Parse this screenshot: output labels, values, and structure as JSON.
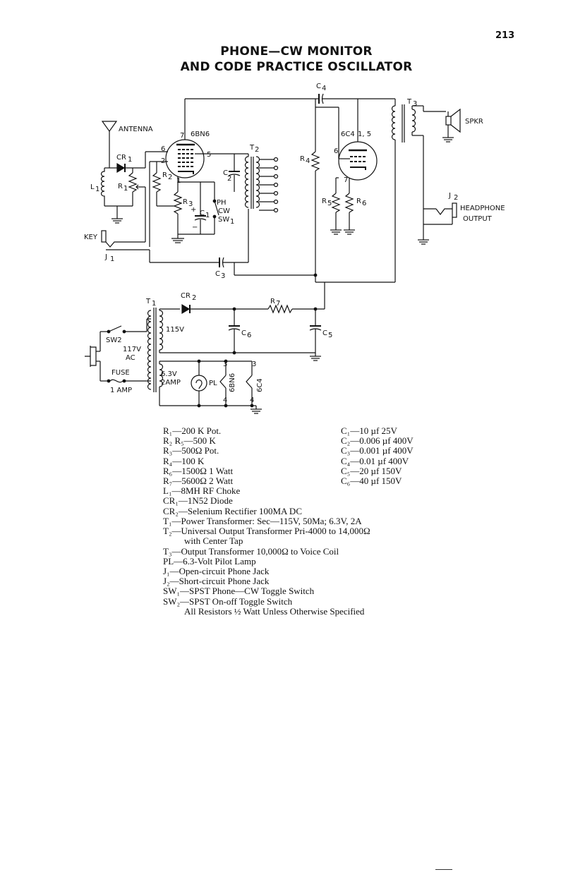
{
  "page_number": "213",
  "title_line1": "PHONE—CW MONITOR",
  "title_line2": "AND CODE PRACTICE OSCILLATOR",
  "labels": {
    "antenna": "ANTENNA",
    "tube1": "6BN6",
    "tube2": "6C4",
    "tube2_pins": "1, 5",
    "t1": "T",
    "t1_sub": "1",
    "t2": "T",
    "t2_sub": "2",
    "t3": "T",
    "t3_sub": "3",
    "spkr": "SPKR",
    "j2": "J",
    "j2_sub": "2",
    "headphone": "HEADPHONE",
    "output": "OUTPUT",
    "key": "KEY",
    "j1": "J",
    "j1_sub": "1",
    "cr1": "CR",
    "cr1_sub": "1",
    "cr2": "CR",
    "cr2_sub": "2",
    "r1": "R",
    "r1_sub": "1",
    "r2": "R",
    "r2_sub": "2",
    "r3": "R",
    "r3_sub": "3",
    "r4": "R",
    "r4_sub": "4",
    "r5": "R",
    "r5_sub": "5",
    "r6": "R",
    "r6_sub": "6",
    "r7": "R",
    "r7_sub": "7",
    "l1": "L",
    "l1_sub": "1",
    "c1": "C",
    "c1_sub": "1",
    "c2": "C",
    "c2_sub": "2",
    "c3": "C",
    "c3_sub": "3",
    "c4": "C",
    "c4_sub": "4",
    "c5": "C",
    "c5_sub": "5",
    "c6": "C",
    "c6_sub": "6",
    "ph": "PH",
    "cw": "CW",
    "sw1": "SW",
    "sw1_sub": "1",
    "sw2": "SW2",
    "v117": "117V",
    "ac": "AC",
    "fuse": "FUSE",
    "amp1": "1 AMP",
    "v115": "115V",
    "v63": "6.3V",
    "amp2": "2AMP",
    "pl": "PL",
    "pin7": "7",
    "pin6a": "6",
    "pin5": "5",
    "pin2": "2",
    "pin1": "1",
    "pin6b": "6",
    "pin7b": "7",
    "pin3a": "3",
    "pin3b": "3",
    "pin4a": "4",
    "pin4b": "4",
    "heater1": "6BN6",
    "heater2": "6C4",
    "plus": "+",
    "minus": "−"
  },
  "parts_left": [
    "R₁—200 K Pot.",
    "R₂ R₅—500 K",
    "R₃—500Ω Pot.",
    "R₄—100 K",
    "R₆—1500Ω 1 Watt",
    "R₇—5600Ω 2 Watt",
    "L₁—8MH RF Choke",
    "CR₁—1N52 Diode",
    "CR₂—Selenium Rectifier 100MA DC"
  ],
  "parts_right": [
    "C₁—10 µf 25V",
    "C₂—0.006 µf 400V",
    "C₃—0.001 µf 400V",
    "C₄—0.01 µf 400V",
    "C₅—20 µf 150V",
    "C₆—40 µf 150V"
  ],
  "parts_full": [
    "T₁—Power Transformer: Sec—115V, 50Ma; 6.3V, 2A",
    "T₂—Universal Output Transformer Pri-4000 to 14,000Ω",
    "with Center Tap",
    "T₃—Output Transformer 10,000Ω to Voice Coil",
    "PL—6.3-Volt Pilot Lamp",
    "J₁—Open-circuit Phone Jack",
    "J₂—Short-circuit Phone Jack",
    "SW₁—SPST Phone—CW Toggle Switch",
    "SW₂—SPST On-off Toggle Switch",
    "All Resistors ½ Watt Unless Otherwise Specified"
  ]
}
